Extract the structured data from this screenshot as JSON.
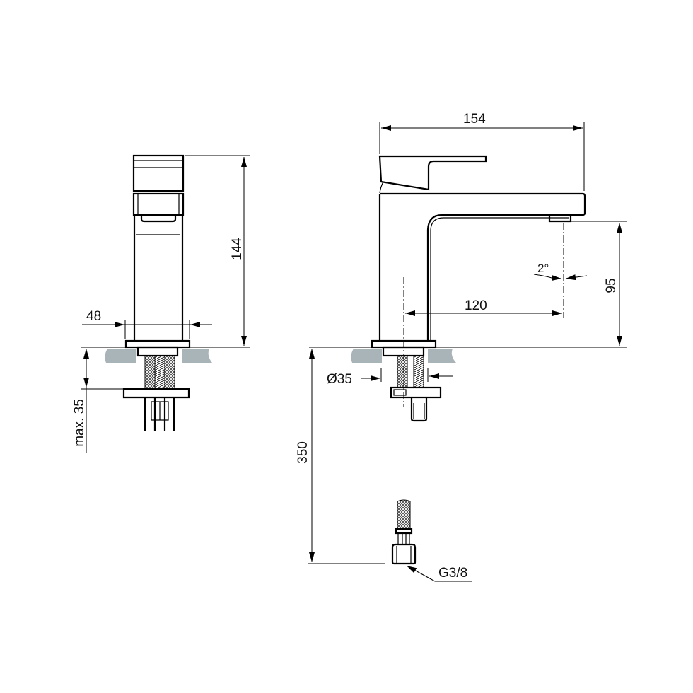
{
  "drawing": {
    "subject": "Single-lever basin mixer, technical dimension drawing",
    "units": "mm",
    "colors": {
      "line": "#000000",
      "countertop": "#a9b4b8",
      "background": "#ffffff"
    }
  },
  "side_view": {
    "dimensions": {
      "height": "144",
      "body_width": "48",
      "max_counter_thickness": "max. 35"
    }
  },
  "front_view": {
    "dimensions": {
      "overall_length": "154",
      "spout_reach": "120",
      "spout_height": "95",
      "spray_angle": "2°",
      "hole_diameter": "Ø35",
      "hose_length": "350",
      "connection_thread": "G3/8"
    }
  }
}
